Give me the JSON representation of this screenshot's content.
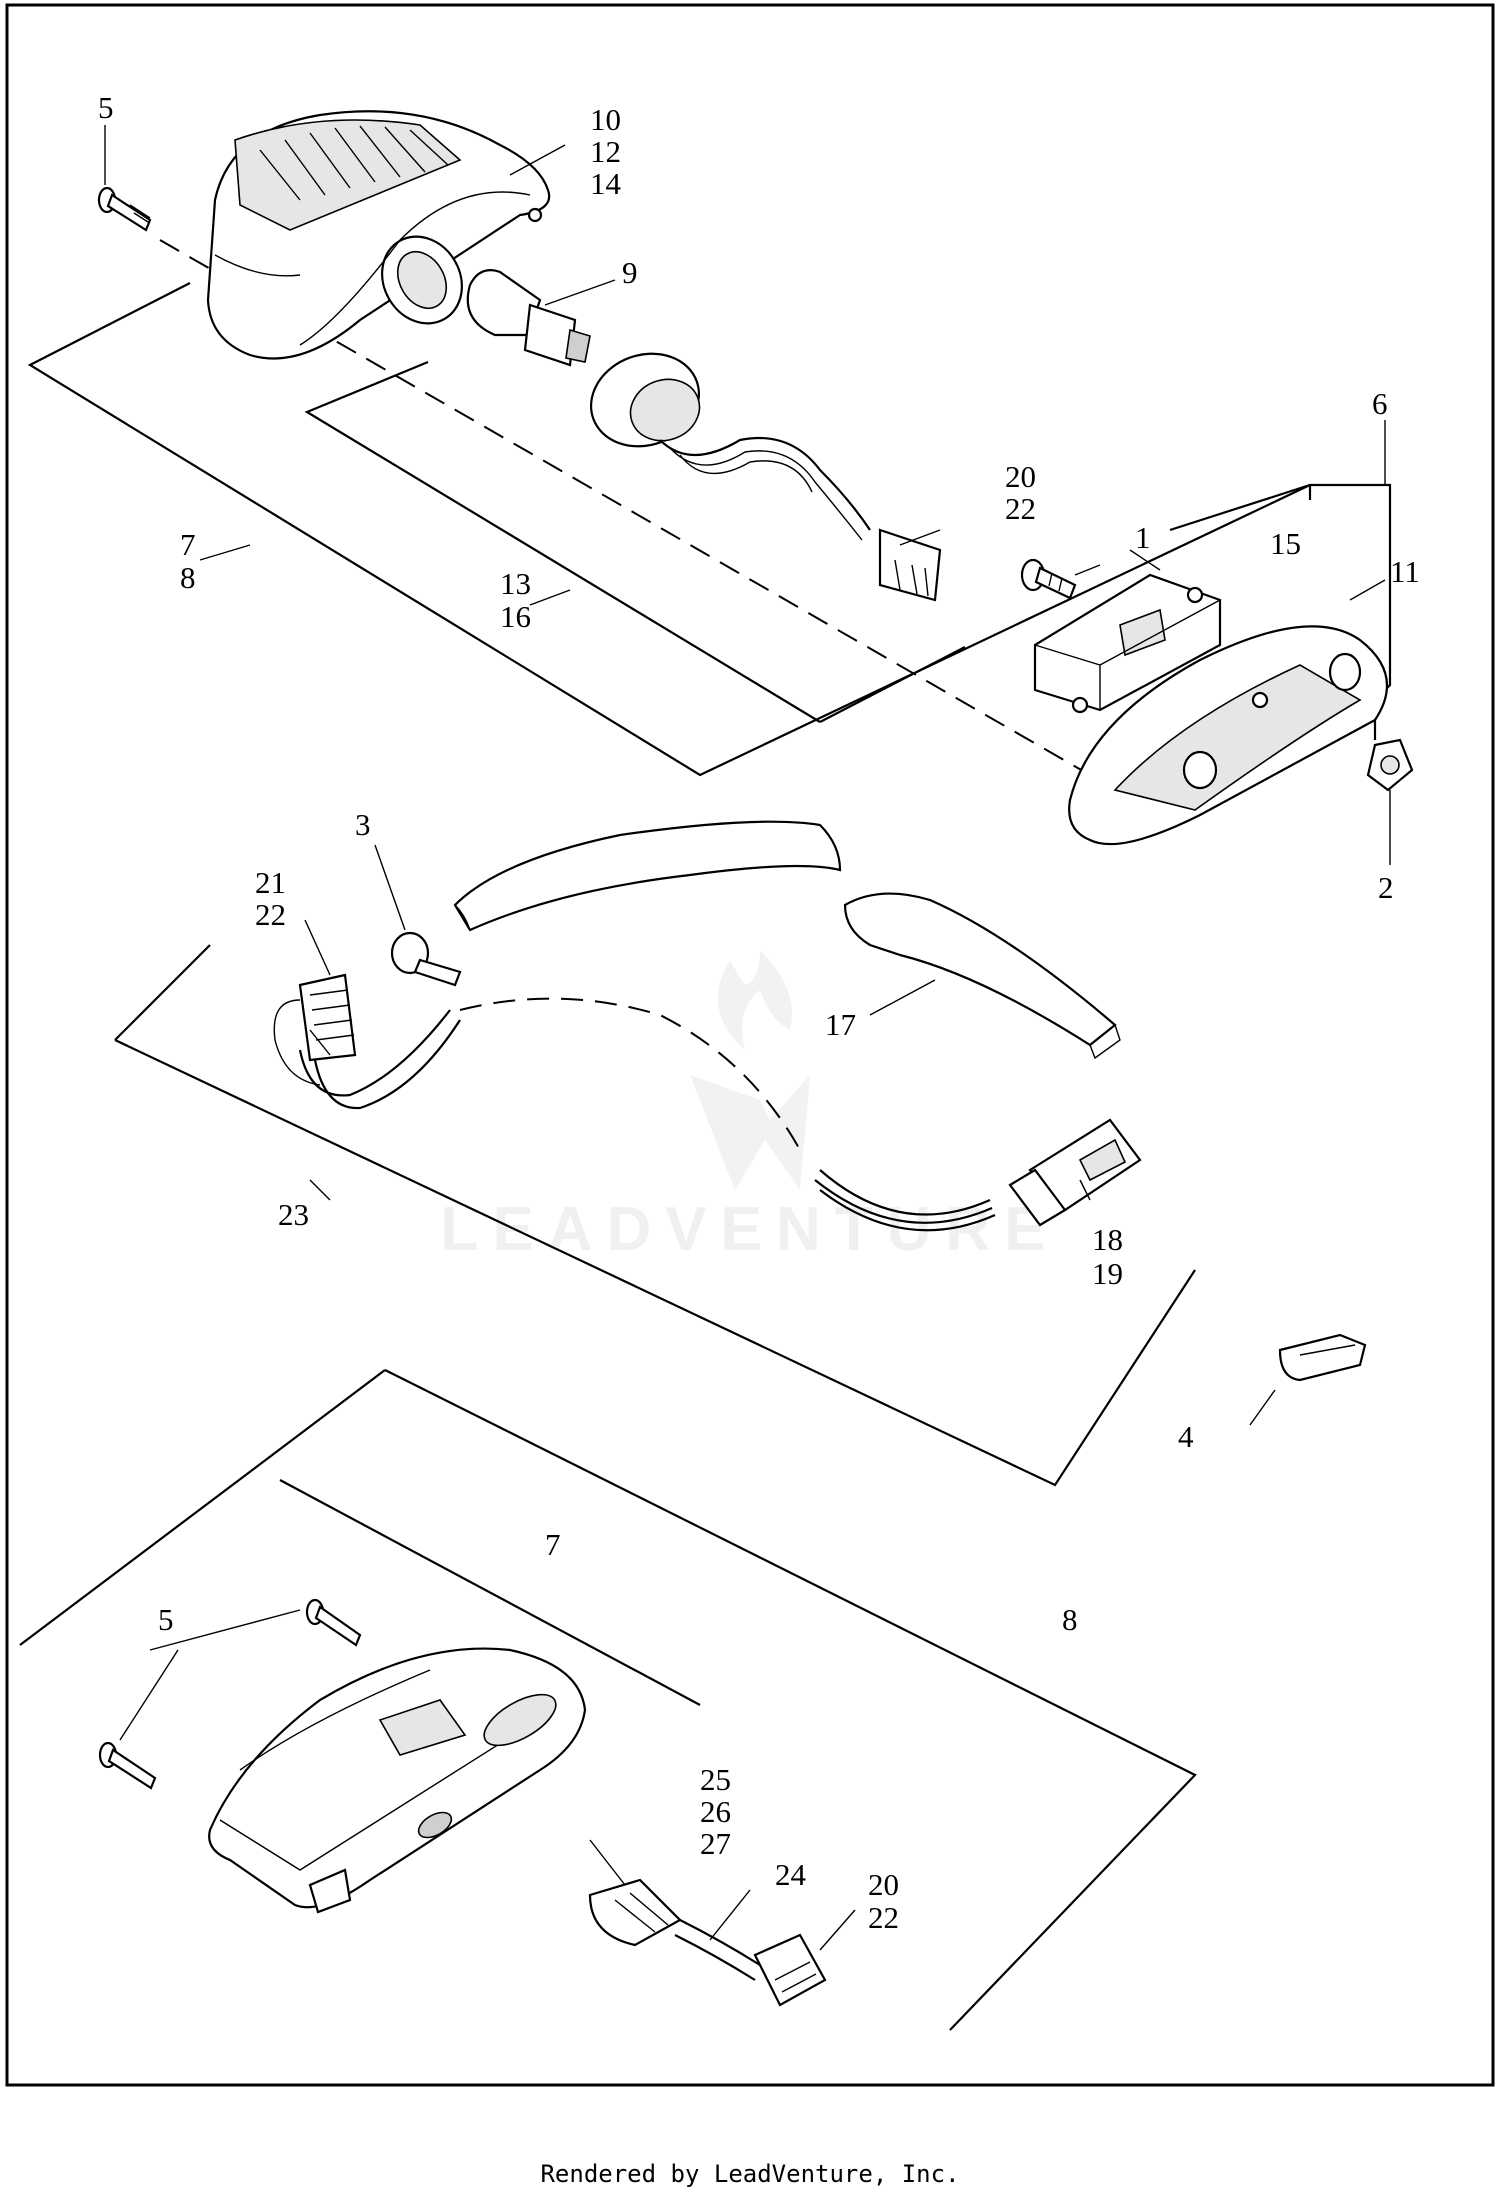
{
  "watermark": "LEADVENTURE",
  "footer": "Rendered by LeadVenture, Inc.",
  "callouts": {
    "c1": "1",
    "c2": "2",
    "c3": "3",
    "c4": "4",
    "c5_top": "5",
    "c5_bottom": "5",
    "c6": "6",
    "c7_top": "7",
    "c8_top": "8",
    "c7_bottom": "7",
    "c8_bottom": "8",
    "c9": "9",
    "c10": "10",
    "c12": "12",
    "c14": "14",
    "c11": "11",
    "c13": "13",
    "c16": "16",
    "c15": "15",
    "c17": "17",
    "c18": "18",
    "c19": "19",
    "c20_top": "20",
    "c22_top": "22",
    "c21": "21",
    "c22_mid": "22",
    "c23": "23",
    "c24": "24",
    "c25": "25",
    "c26": "26",
    "c27": "27",
    "c20_bottom": "20",
    "c22_bottom": "22"
  }
}
